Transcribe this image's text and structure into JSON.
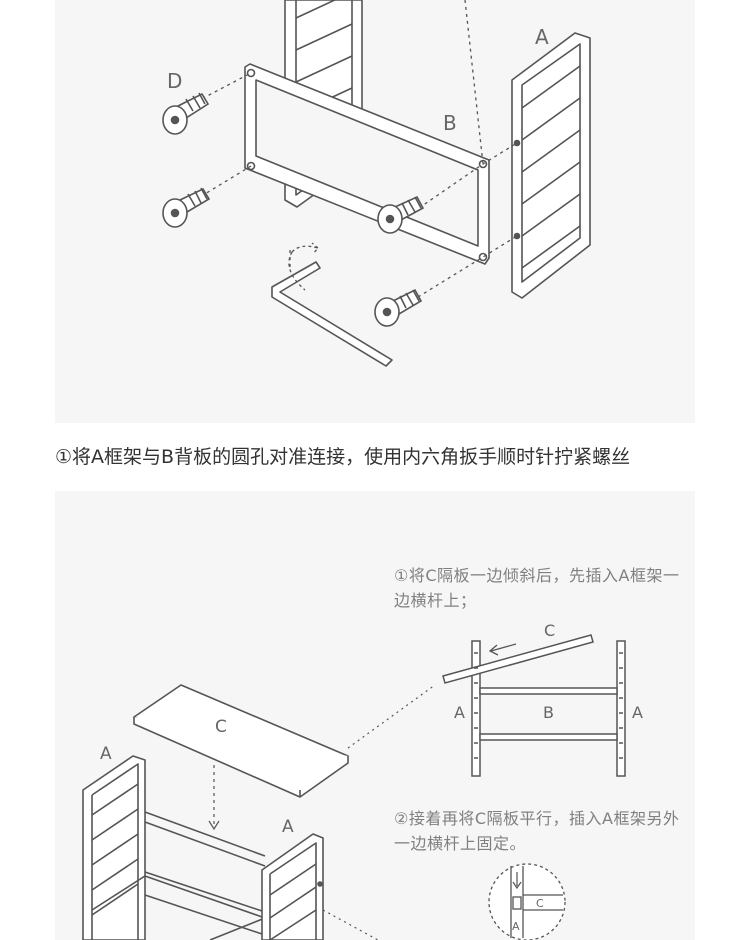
{
  "step1": {
    "labels": {
      "a": "A",
      "b": "B",
      "d": "D"
    },
    "caption": "①将A框架与B背板的圆孔对准连接，使用内六角扳手顺时针拧紧螺丝"
  },
  "step2": {
    "labels": {
      "c": "C",
      "a_left": "A",
      "a_right": "A"
    },
    "note1": "①将C隔板一边倾斜后，先插入A框架一边横杆上；",
    "note2": "②接着再将C隔板平行，插入A框架另外一边横杆上固定。",
    "detail1_labels": {
      "c": "C",
      "a_left": "A",
      "b": "B",
      "a_right": "A"
    },
    "detail2_labels": {
      "c": "C",
      "a": "A"
    }
  },
  "colors": {
    "panel": "#f6f6f6",
    "line": "#555555",
    "caption": "#333333",
    "note": "#808080"
  }
}
